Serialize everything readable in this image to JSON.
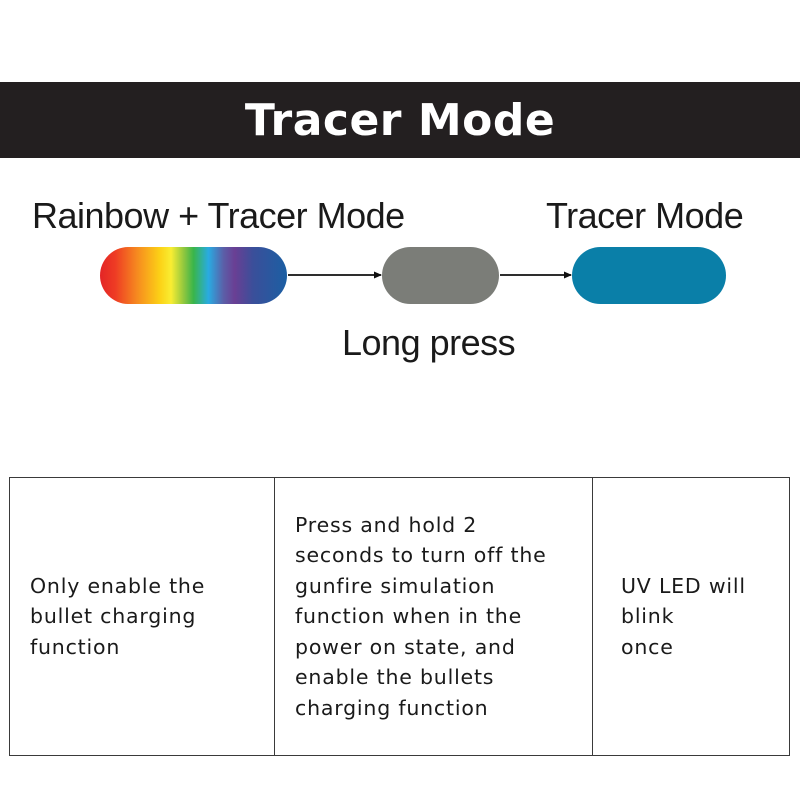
{
  "title": "Tracer Mode",
  "diagram": {
    "start_label": "Rainbow + Tracer Mode",
    "end_label": "Tracer Mode",
    "action_label": "Long press",
    "colors": {
      "grey_state": "#7b7d78",
      "tracer_blue": "#0a7fa8",
      "title_bar": "#231f20"
    }
  },
  "table": {
    "rows": [
      {
        "effect": "Only enable the\nbullet charging\nfunction",
        "operation": "Press and hold 2\nseconds to turn off the\ngunfire simulation\nfunction when in the\npower on state, and\nenable the bullets\ncharging function",
        "indicator": "UV LED will blink\nonce"
      }
    ]
  }
}
